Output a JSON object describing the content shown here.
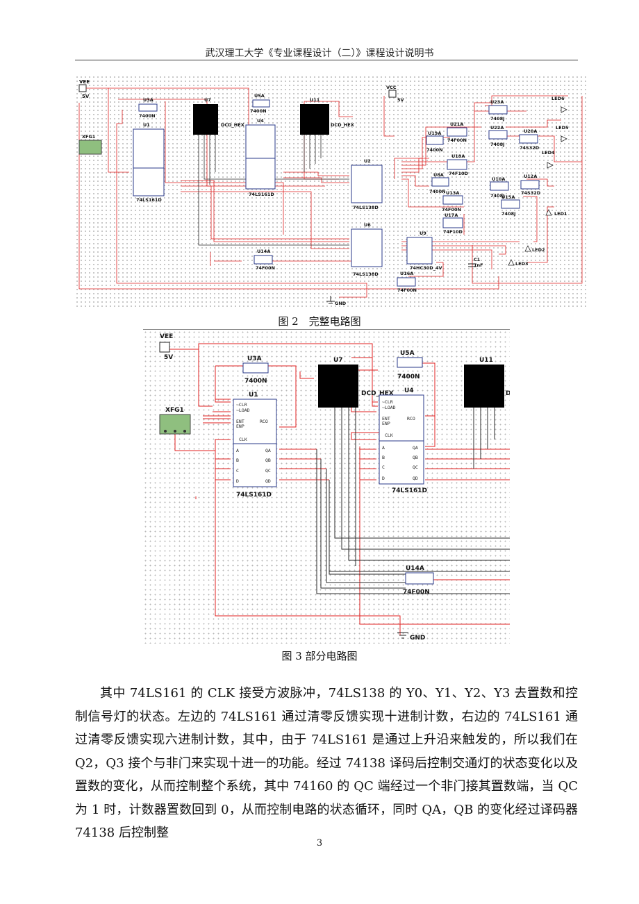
{
  "header": {
    "title": "武汉理工大学《专业课程设计（二）》课程设计说明书"
  },
  "figure2": {
    "caption": "图 2　完整电路图",
    "labels": {
      "vee": "VEE",
      "vee_val": "5V",
      "vcc": "VCC",
      "vcc_val": "5V",
      "xfg": "XFG1",
      "u1": "U1",
      "u1_type": "74LS161D",
      "u3a": "U3A",
      "u3a_type": "7400N",
      "u7": "U7",
      "dcd1": "DCD_HEX",
      "u5a": "U5A",
      "u5a_type": "7400N",
      "u4": "U4",
      "u4_type": "74LS161D",
      "u11": "U11",
      "dcd2": "DCD_HEX",
      "u2": "U2",
      "u2_type": "74LS138D",
      "u6": "U6",
      "u6_type": "74LS138D",
      "u14a": "U14A",
      "u14a_type": "74F00N",
      "u9": "U9",
      "u9_type": "74HC30D_4V",
      "c1": "C1",
      "c1_val": "1nF",
      "u16a": "U16A",
      "u16a_type": "74F00N",
      "u19a": "U19A",
      "u19a_type": "7400N",
      "u21a": "U21A",
      "u21a_type": "74F00N",
      "u18a": "U18A",
      "u18a_type": "74F10D",
      "u8a": "U8A",
      "u8a_type": "7400N",
      "u13a": "U13A",
      "u13a_type": "74F00N",
      "u17a": "U17A",
      "u17a_type": "74F10D",
      "u23a": "U23A",
      "u23a_type": "7408J",
      "u22a": "U22A",
      "u22a_type": "7408J",
      "u20a": "U20A",
      "u20a_type": "74S32D",
      "u10a": "U10A",
      "u10a_type": "7408J",
      "u15a": "U15A",
      "u15a_type": "7408J",
      "u12a": "U12A",
      "u12a_type": "74S32D",
      "led1": "LED1",
      "led2": "LED2",
      "led3": "LED3",
      "led4": "LED4",
      "led5": "LED5",
      "led6": "LED6",
      "gnd": "GND"
    }
  },
  "figure3": {
    "caption": "图 3  部分电路图",
    "labels": {
      "vee": "VEE",
      "vee_val": "5V",
      "u3a": "U3A",
      "u3a_type": "7400N",
      "u7": "U7",
      "dcd": "DCD_HEX",
      "u5a": "U5A",
      "u5a_type": "7400N",
      "u11": "U11",
      "d": "D",
      "u1": "U1",
      "u1_type": "74LS161D",
      "u4": "U4",
      "u4_type": "74LS161D",
      "xfg": "XFG1",
      "u14a": "U14A",
      "u14a_type": "74F00N",
      "gnd": "GND"
    },
    "pins": {
      "clr": "~CLR",
      "load": "~LOAD",
      "ent": "ENT",
      "enp": "ENP",
      "rco": "RCO",
      "clk": "CLK",
      "a": "A",
      "b": "B",
      "c": "C",
      "d": "D",
      "qa": "QA",
      "qb": "QB",
      "qc": "QC",
      "qd": "QD"
    }
  },
  "paragraph": "其中 74LS161 的 CLK 接受方波脉冲，74LS138 的 Y0、Y1、Y2、Y3 去置数和控制信号灯的状态。左边的 74LS161 通过清零反馈实现十进制计数，右边的 74LS161 通过清零反馈实现六进制计数，其中，由于 74LS161 是通过上升沿来触发的，所以我们在 Q2，Q3 接个与非门来实现十进一的功能。经过 74138 译码后控制交通灯的状态变化以及置数的变化，从而控制整个系统，其中 74160 的 QC 端经过一个非门接其置数端，当 QC 为 1 时，计数器置数回到 0，从而控制电路的状态循环，同时 QA，QB 的变化经过译码器 74138 后控制整",
  "page_number": "3"
}
